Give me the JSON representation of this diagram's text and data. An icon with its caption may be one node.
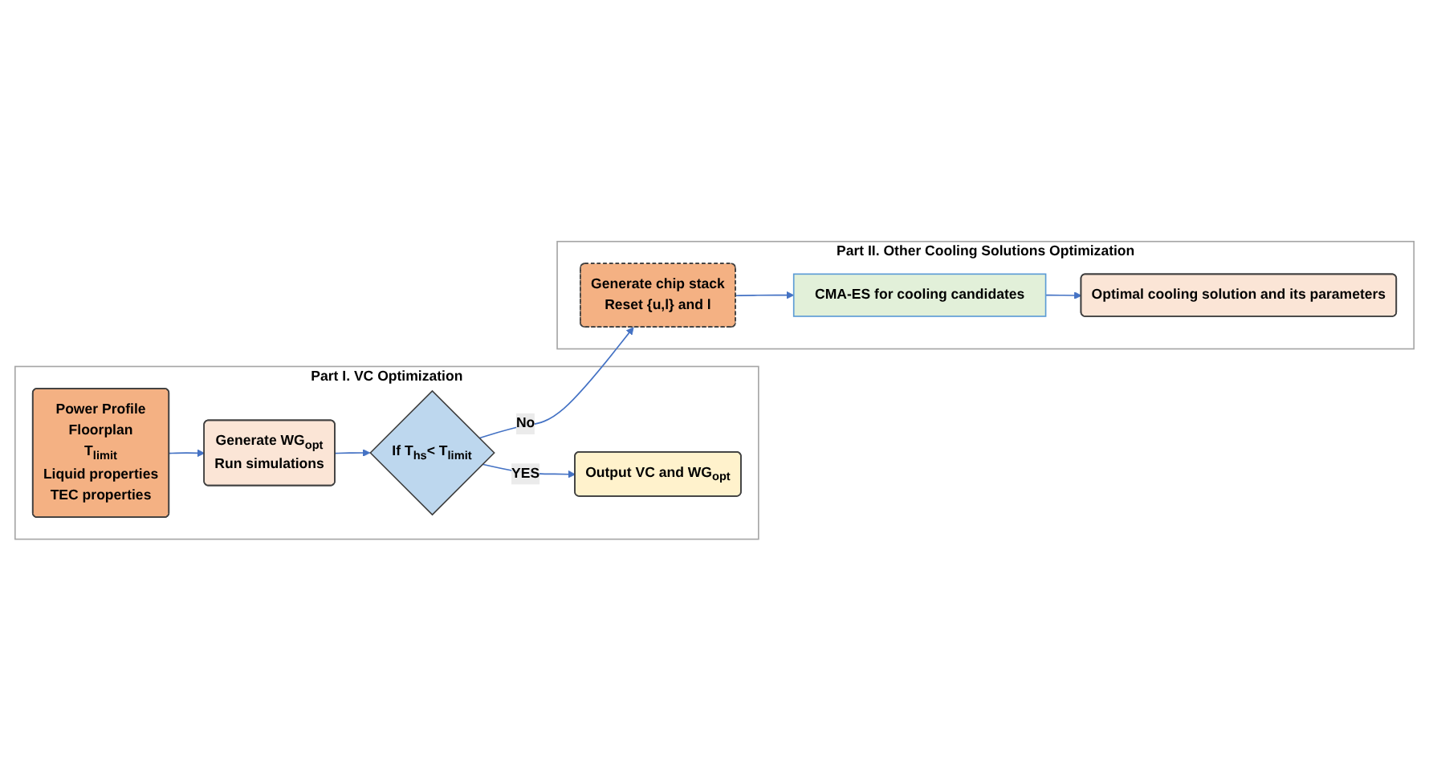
{
  "diagram": {
    "nodes": [
      {
        "text": [
          "Part I. VC Optimization"
        ]
      },
      {
        "text": [
          "Power Profile",
          "Floorplan",
          "T$_{limit}$",
          "Liquid properties",
          "TEC properties"
        ],
        "in": 0
      },
      {
        "text": [
          "Generate WG$_{opt}$",
          "Run simulations"
        ],
        "in": 0
      },
      {
        "text": [
          "If T$_{hs}$< T$_{limit}$"
        ],
        "in": 0
      },
      {
        "text": [
          "Output VC and WG$_{opt}$"
        ],
        "in": 0
      },
      {
        "text": [
          "Part II. Other Cooling Solutions Optimization"
        ]
      },
      {
        "text": [
          "Generate chip stack",
          "Reset {u,l} and l"
        ],
        "in": 5
      },
      {
        "text": [
          "CMA-ES for cooling candidates"
        ],
        "in": 5
      },
      {
        "text": [
          "Optimal cooling solution and its parameters"
        ],
        "in": 5
      }
    ],
    "edges": [
      {
        "from": 1,
        "to": 2,
        "arrow": "to"
      },
      {
        "from": 2,
        "to": 3,
        "arrow": "to"
      },
      {
        "from": 3,
        "to": 4,
        "arrow": "to",
        "label": "YES"
      },
      {
        "from": 3,
        "to": 6,
        "arrow": "to",
        "label": "No"
      },
      {
        "from": 6,
        "to": 7,
        "arrow": "to"
      },
      {
        "from": 7,
        "to": 8,
        "arrow": "to"
      }
    ]
  }
}
